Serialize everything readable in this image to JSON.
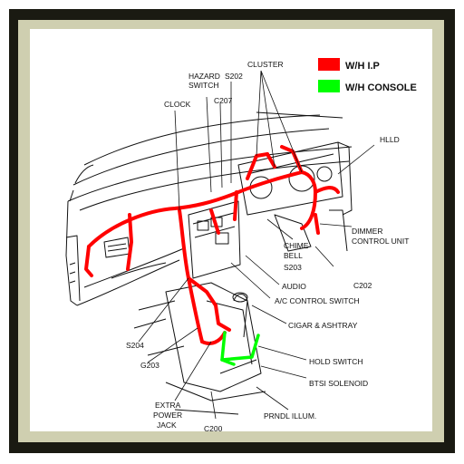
{
  "legend": [
    {
      "label": "W/H I.P",
      "color": "#ff0000"
    },
    {
      "label": "W/H CONSOLE",
      "color": "#00ff00"
    }
  ],
  "labels": {
    "hazard_switch_1": "HAZARD",
    "hazard_switch_2": "SWITCH",
    "s202": "S202",
    "cluster": "CLUSTER",
    "c207": "C207",
    "clock": "CLOCK",
    "hlld": "HLLD",
    "dimmer_1": "DIMMER",
    "dimmer_2": "CONTROL UNIT",
    "chime_1": "CHIME",
    "chime_2": "BELL",
    "s203": "S203",
    "c202": "C202",
    "audio": "AUDIO",
    "ac_switch": "A/C CONTROL SWITCH",
    "cigar": "CIGAR & ASHTRAY",
    "s204": "S204",
    "g203": "G203",
    "hold_switch": "HOLD SWITCH",
    "btsi": "BTSI SOLENOID",
    "extra_1": "EXTRA",
    "extra_2": "POWER",
    "extra_3": "JACK",
    "prndl": "PRNDL ILLUM.",
    "c200": "C200"
  },
  "colors": {
    "harness_ip": "#ff0000",
    "harness_console": "#00ff00",
    "line": "#111111"
  }
}
